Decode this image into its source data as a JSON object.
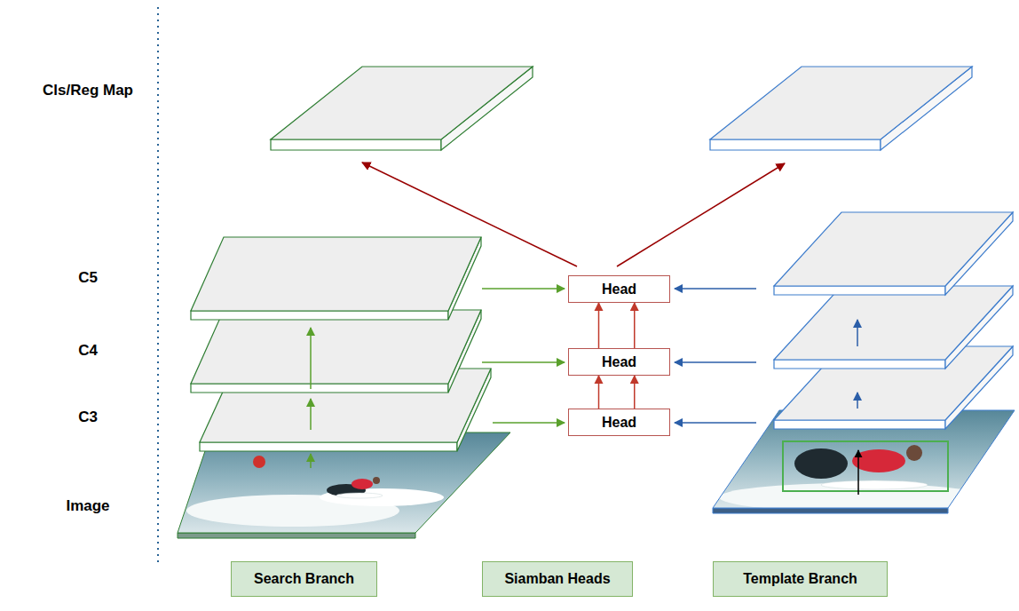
{
  "diagram": {
    "nodes": [
      {
        "text": [
          "Head"
        ]
      },
      {
        "text": [
          "Head"
        ]
      },
      {
        "text": [
          "Head"
        ]
      },
      {
        "text": [
          "Search Branch"
        ]
      },
      {
        "text": [
          "Siamban Heads"
        ]
      },
      {
        "text": [
          "Template Branch"
        ]
      }
    ],
    "edges": [
      {
        "from": 2,
        "to": 1,
        "arrow": "to"
      },
      {
        "from": 2,
        "to": 1,
        "arrow": "to"
      },
      {
        "from": 1,
        "to": 0,
        "arrow": "to"
      },
      {
        "from": 1,
        "to": 0,
        "arrow": "to"
      }
    ],
    "labels": [
      "Cls/Reg Map",
      "C5",
      "C4",
      "C3",
      "Image"
    ]
  }
}
